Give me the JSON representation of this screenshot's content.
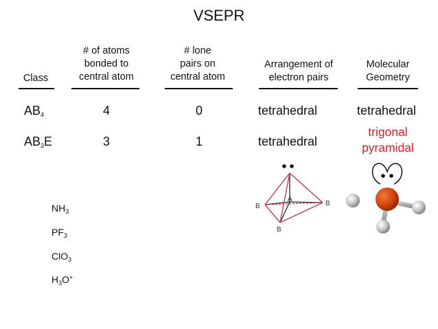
{
  "title": "VSEPR",
  "headers": {
    "class": "Class",
    "atoms_line1": "# of atoms",
    "atoms_line2": "bonded to",
    "atoms_line3": "central atom",
    "lone_line1": "# lone",
    "lone_line2": "pairs on",
    "lone_line3": "central atom",
    "arr_line1": "Arrangement of",
    "arr_line2": "electron pairs",
    "geo_line1": "Molecular",
    "geo_line2": "Geometry"
  },
  "rows": [
    {
      "class_base": "AB",
      "class_sub": "4",
      "class_tail": "",
      "atoms": "4",
      "lone": "0",
      "arrangement": "tetrahedral",
      "geometry": "tetrahedral"
    },
    {
      "class_base": "AB",
      "class_sub": "3",
      "class_tail": "E",
      "atoms": "3",
      "lone": "1",
      "arrangement": "tetrahedral",
      "geometry_line1": "trigonal",
      "geometry_line2": "pyramidal"
    }
  ],
  "examples": [
    {
      "base": "NH",
      "sub": "3",
      "sup": ""
    },
    {
      "base": "PF",
      "sub": "3",
      "sup": ""
    },
    {
      "base": "ClO",
      "sub": "3",
      "sup": ""
    },
    {
      "base": "H",
      "sub": "3",
      "mid": "O",
      "sup": "+"
    }
  ],
  "diagram_labels": {
    "left": "B",
    "center": "A",
    "right": "B",
    "bottom": "B"
  },
  "colors": {
    "accent_red": "#d6202a",
    "tetra_lines": "#c03a5a",
    "central_atom": "#d2420c",
    "outer_atom": "#c7c7c7"
  }
}
